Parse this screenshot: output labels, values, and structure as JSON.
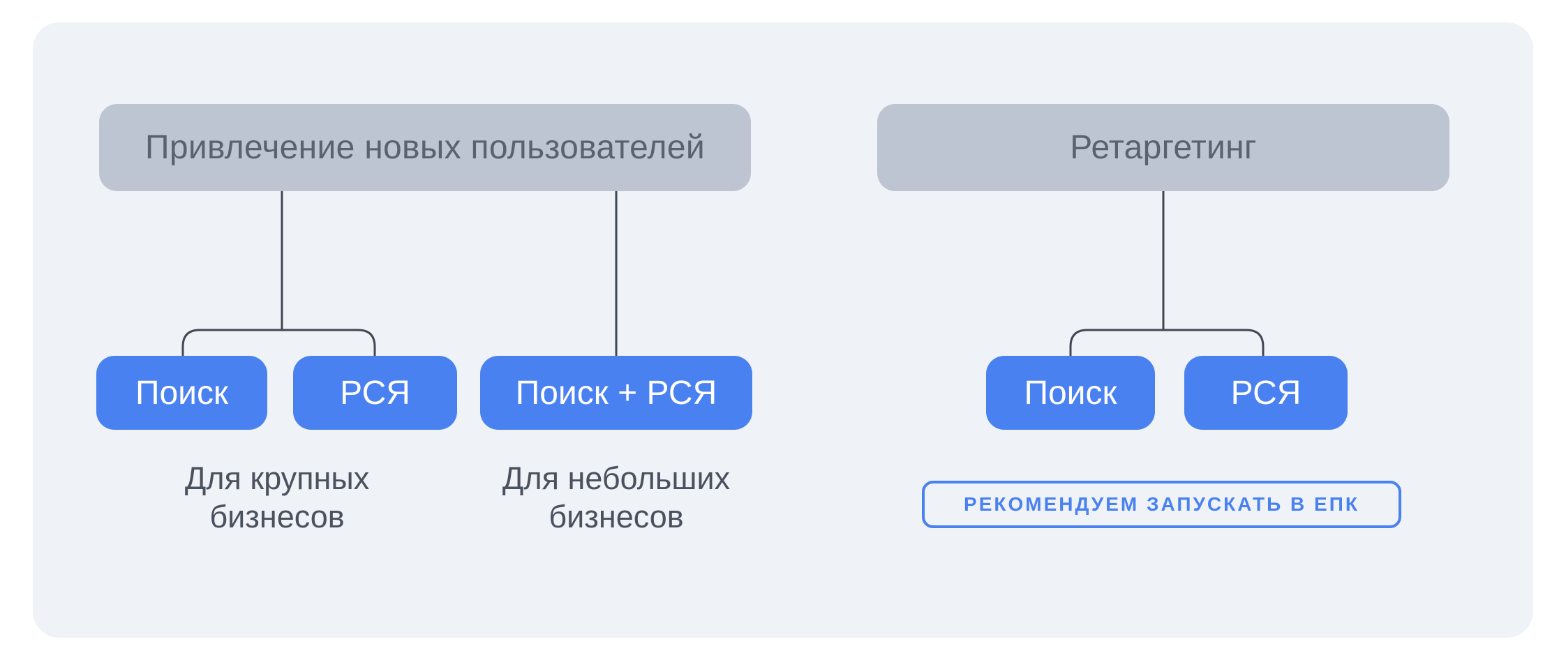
{
  "diagram": {
    "left_group": {
      "title": "Привлечение новых пользователей",
      "branch_split": {
        "buttons": {
          "search": "Поиск",
          "rsya": "РСЯ"
        },
        "note": "Для крупных бизнесов"
      },
      "branch_combo": {
        "buttons": {
          "combo": "Поиск + РСЯ"
        },
        "note": "Для небольших бизнесов"
      }
    },
    "right_group": {
      "title": "Ретаргетинг",
      "buttons": {
        "search": "Поиск",
        "rsya": "РСЯ"
      },
      "badge": "РЕКОМЕНДУЕМ ЗАПУСКАТЬ В ЕПК"
    }
  },
  "colors": {
    "card_background": "#EFF2F7",
    "header_box": "#BDC4D2",
    "header_text": "#5A6270",
    "button_blue": "#4A81F0",
    "button_text": "#FFFFFF",
    "note_text": "#4A525F",
    "connector_line": "#414854",
    "badge_blue": "#4A81F0"
  }
}
